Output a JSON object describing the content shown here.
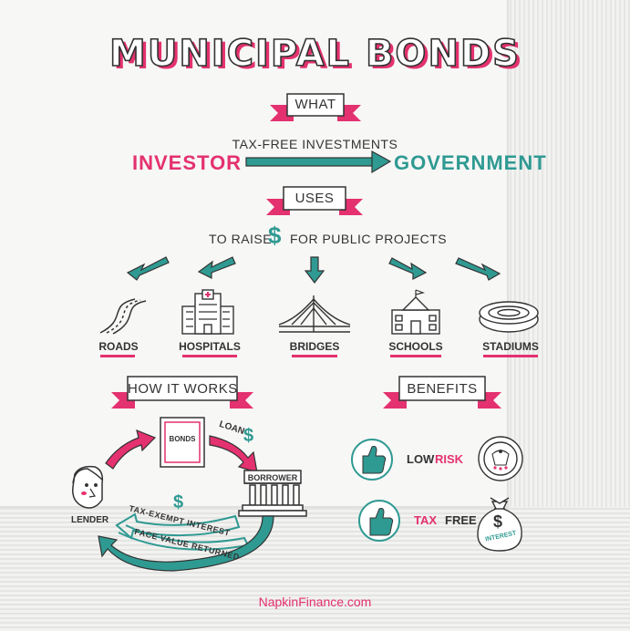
{
  "title": "MUNICIPAL BONDS",
  "sections": {
    "what": {
      "label": "WHAT",
      "description": "TAX-FREE INVESTMENTS",
      "from": "INVESTOR",
      "to": "GOVERNMENT"
    },
    "uses": {
      "label": "USES",
      "description_before": "TO RAISE",
      "symbol": "$",
      "description_after": "FOR PUBLIC PROJECTS",
      "projects": [
        "ROADS",
        "HOSPITALS",
        "BRIDGES",
        "SCHOOLS",
        "STADIUMS"
      ]
    },
    "how_it_works": {
      "label": "HOW IT WORKS",
      "bonds": "BONDS",
      "loan": "LOAN",
      "loan_symbol": "$",
      "borrower": "BORROWER",
      "lender": "LENDER",
      "interest_symbol": "$",
      "tax_exempt_interest": "TAX-EXEMPT INTEREST",
      "face_value_returned": "FACE VALUE RETURNED"
    },
    "benefits": {
      "label": "BENEFITS",
      "low_risk_1": "LOW",
      "low_risk_2": "RISK",
      "tax_free_1": "TAX",
      "tax_free_2": "FREE",
      "bag_symbol": "$",
      "bag_text": "INTEREST"
    }
  },
  "footer": "NapkinFinance.com",
  "colors": {
    "pink": "#e4316f",
    "teal": "#2f9a92",
    "ink": "#333333"
  }
}
